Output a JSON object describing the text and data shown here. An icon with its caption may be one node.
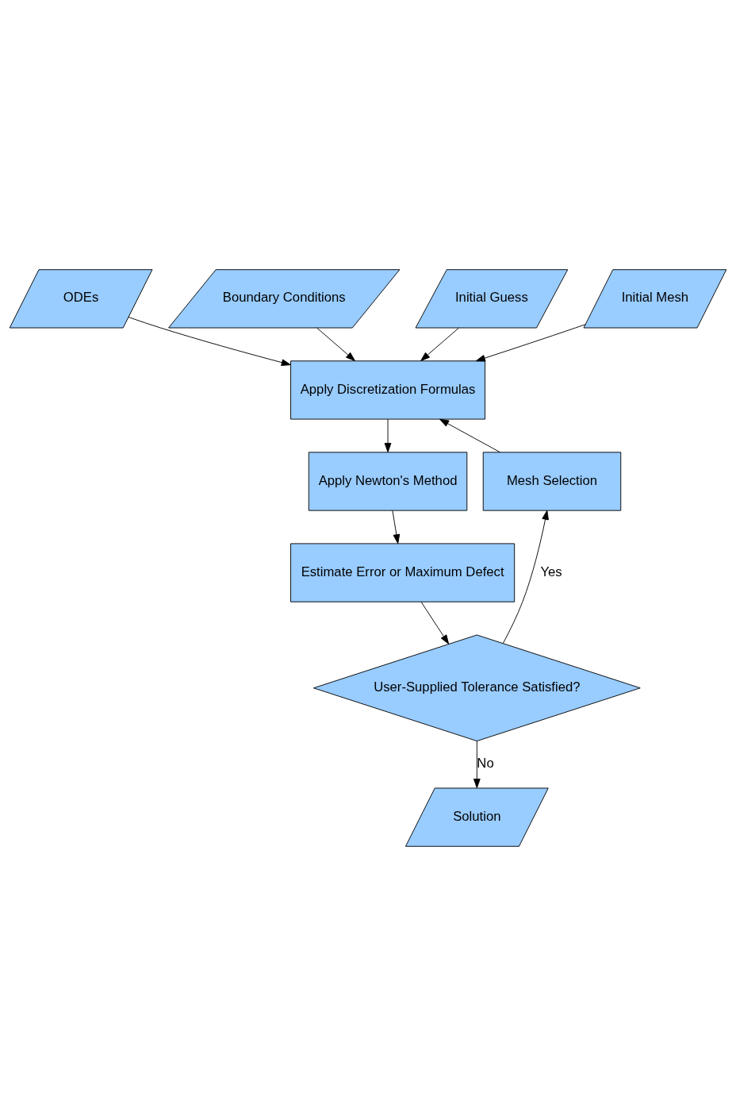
{
  "diagram": {
    "nodes": [
      {
        "text": [
          "ODEs"
        ]
      },
      {
        "text": [
          "Boundary Conditions"
        ]
      },
      {
        "text": [
          "Initial Guess"
        ]
      },
      {
        "text": [
          "Initial Mesh"
        ]
      },
      {
        "text": [
          "Apply Discretization Formulas"
        ]
      },
      {
        "text": [
          "Apply Newton's Method"
        ]
      },
      {
        "text": [
          "Estimate Error or Maximum Defect"
        ]
      },
      {
        "text": [
          "User-Supplied Tolerance Satisfied?"
        ]
      },
      {
        "text": [
          "Mesh Selection"
        ]
      },
      {
        "text": [
          "Solution"
        ]
      }
    ],
    "edges": [
      {
        "from": 0,
        "to": 4,
        "arrow": "to"
      },
      {
        "from": 1,
        "to": 4,
        "arrow": "to"
      },
      {
        "from": 2,
        "to": 4,
        "arrow": "to"
      },
      {
        "from": 3,
        "to": 4,
        "arrow": "to"
      },
      {
        "from": 4,
        "to": 5,
        "arrow": "to"
      },
      {
        "from": 5,
        "to": 6,
        "arrow": "to"
      },
      {
        "from": 6,
        "to": 7,
        "arrow": "to"
      },
      {
        "from": 7,
        "to": 8,
        "arrow": "to",
        "label": "Yes"
      },
      {
        "from": 8,
        "to": 4,
        "arrow": "to"
      },
      {
        "from": 7,
        "to": 9,
        "arrow": "to",
        "label": "No"
      }
    ]
  }
}
